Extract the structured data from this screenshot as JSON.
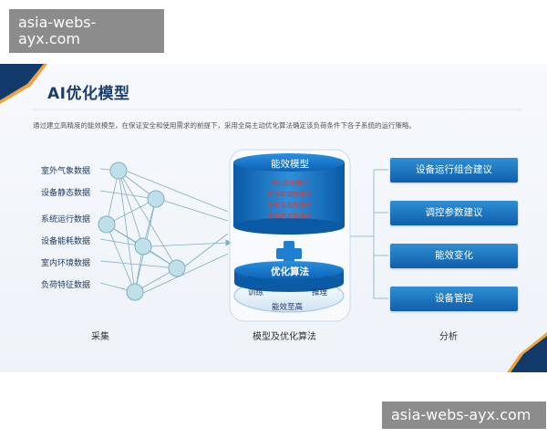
{
  "watermarks": [
    "asia-webs-ayx.com",
    "asia-webs-ayx.com"
  ],
  "title": "AI优化模型",
  "description": "通过建立高精度的能效模型，在保证安全和使用需求的前提下，采用全局主动优化算法确定该负荷条件下各子系统的运行策略。",
  "inputs": [
    "室外气象数据",
    "设备静态数据",
    "系统运行数据",
    "设备能耗数据",
    "室内环境数据",
    "负荷特征数据"
  ],
  "sections": {
    "collect": "采集",
    "model": "模型及优化算法",
    "analyze": "分析"
  },
  "energy_model": {
    "title": "能效模型",
    "lines": [
      "冷机能效模型",
      "冷冻泵能效模型",
      "冷却泵能效模型",
      "冷却塔能效模型"
    ]
  },
  "optimize": {
    "title": "优化算法",
    "left": "训练",
    "right": "推理",
    "bottom": "能效至高"
  },
  "outputs": [
    "设备运行组合建议",
    "调控参数建议",
    "能效变化",
    "设备管控"
  ],
  "colors": {
    "primary": "#0e5fab",
    "accent": "#f0a23b",
    "node": "#bfe0ea",
    "text_dark": "#1b3e6e"
  }
}
